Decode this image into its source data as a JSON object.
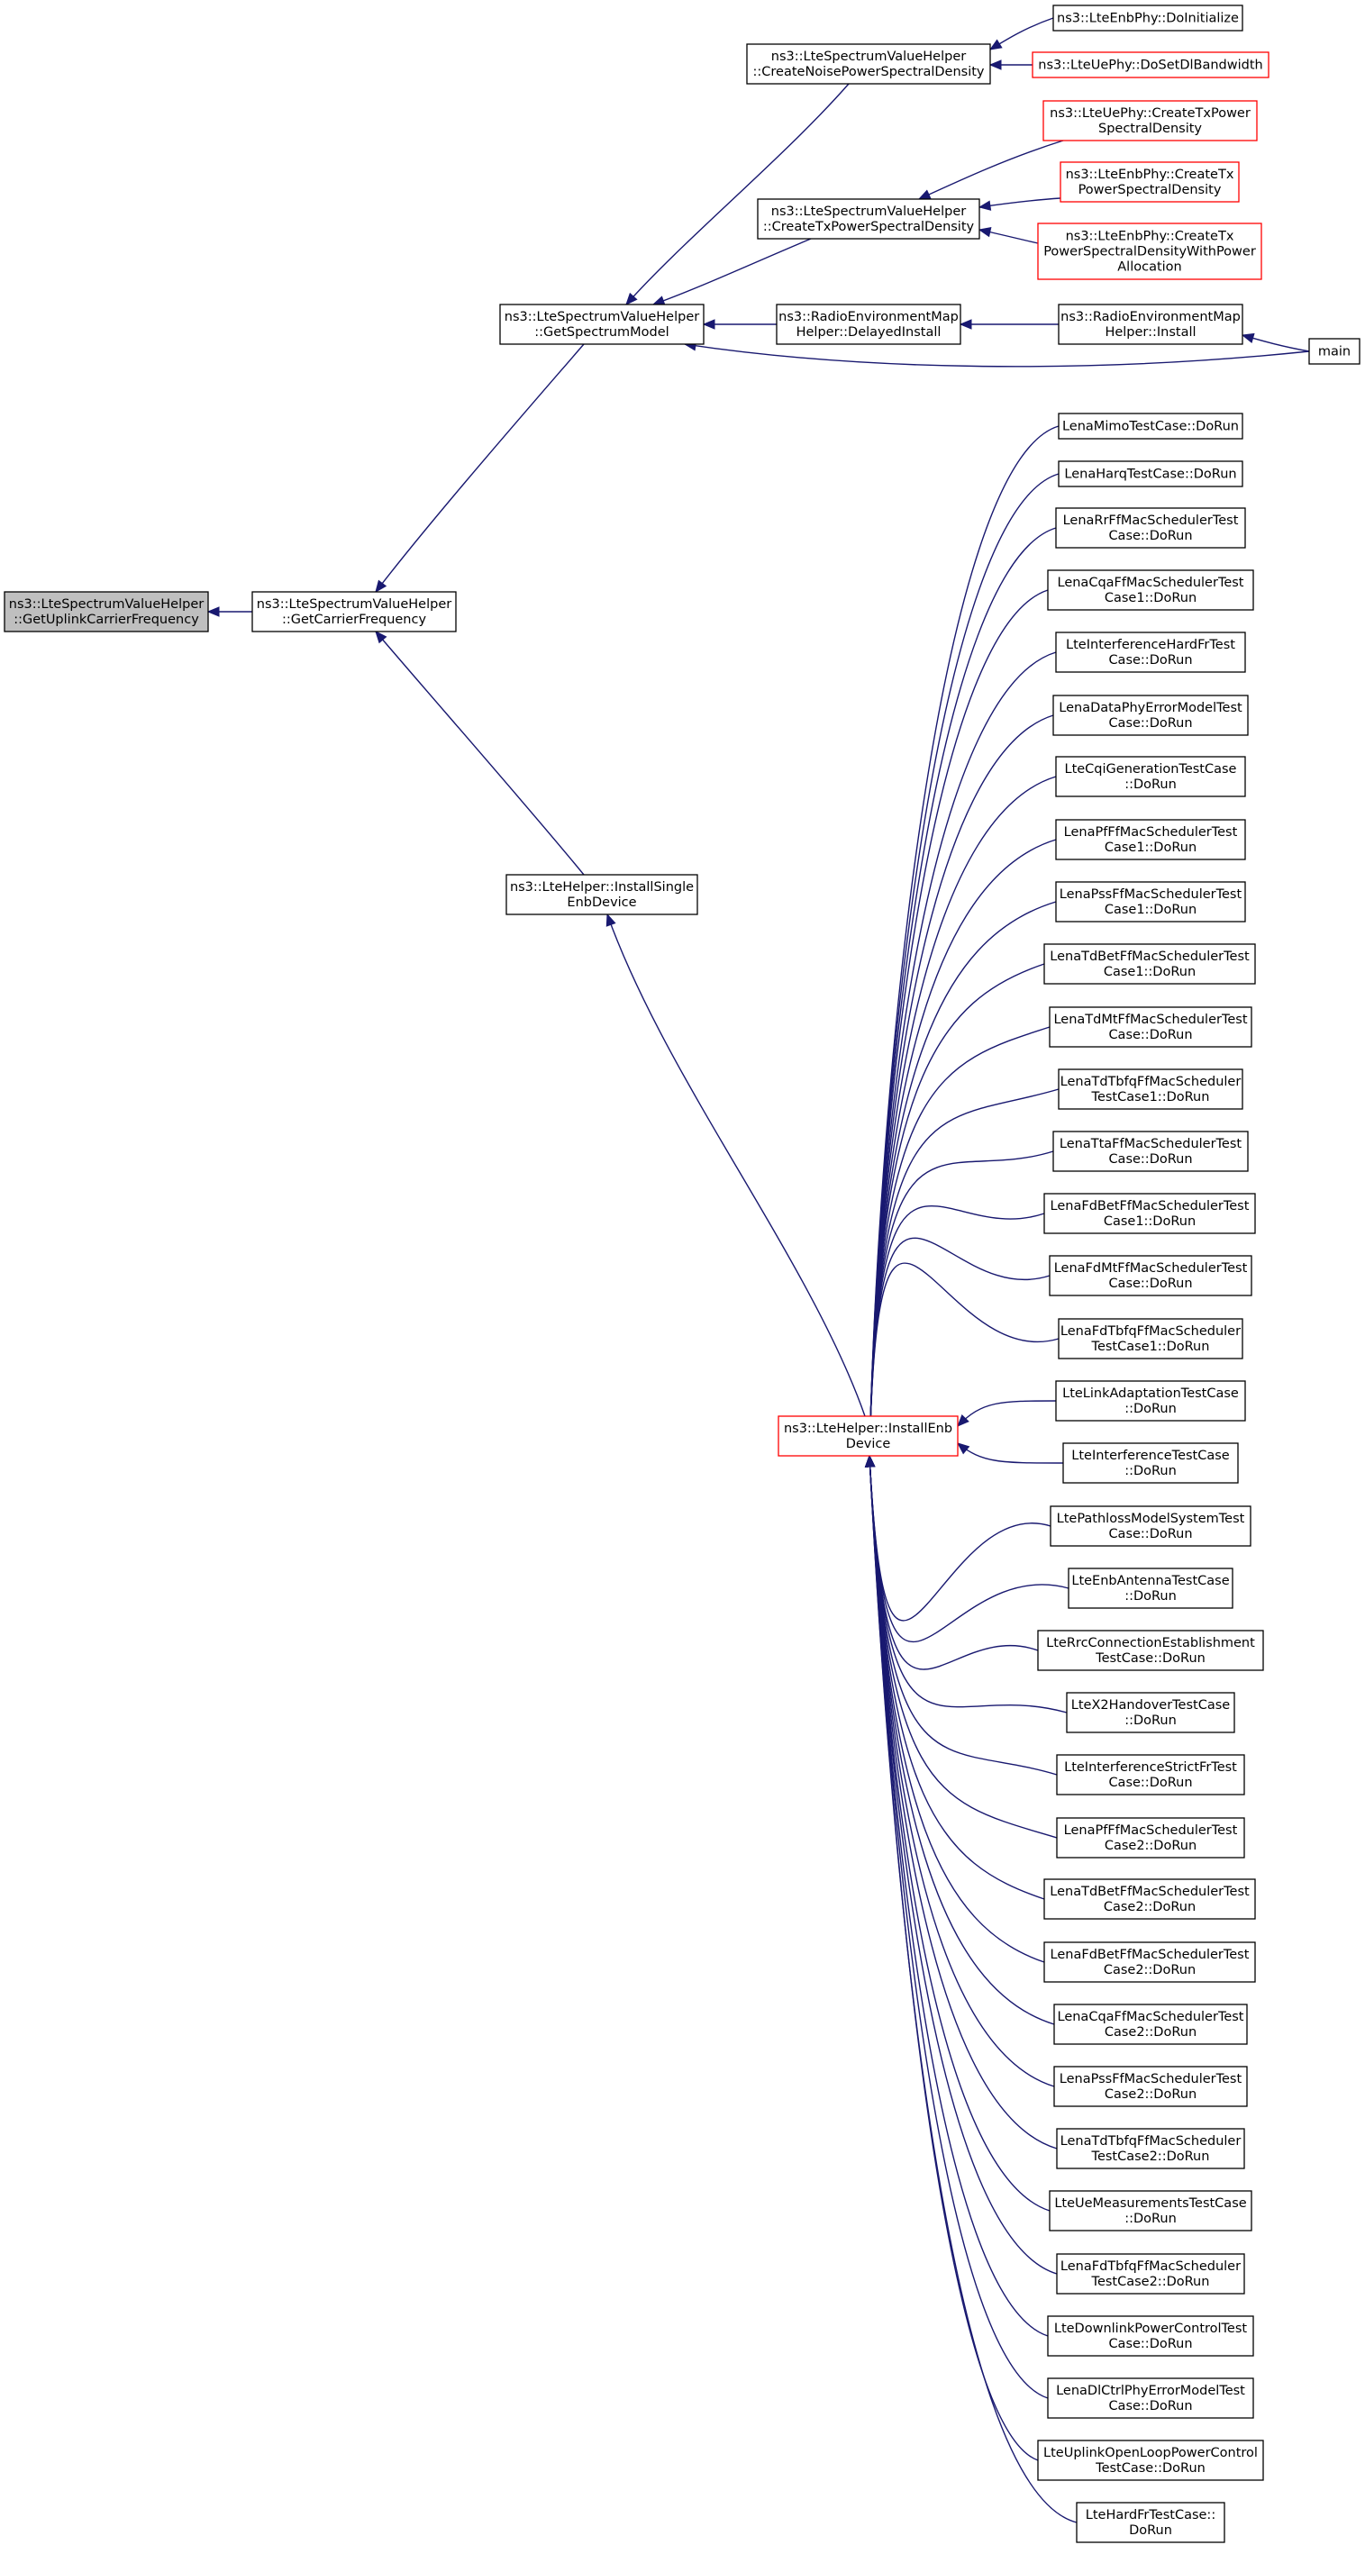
{
  "colors": {
    "edge": "#191970",
    "node_border": "#000000",
    "node_border_truncated": "#ff0000",
    "focus_fill": "#bfbfbf",
    "node_fill": "#ffffff"
  },
  "nodes": [
    {
      "id": "focus",
      "lines": [
        "ns3::LteSpectrumValueHelper",
        "::GetUplinkCarrierFrequency"
      ],
      "style": "focus"
    },
    {
      "id": "getcarrier",
      "lines": [
        "ns3::LteSpectrumValueHelper",
        "::GetCarrierFrequency"
      ],
      "style": "normal"
    },
    {
      "id": "getspectrum",
      "lines": [
        "ns3::LteSpectrumValueHelper",
        "::GetSpectrumModel"
      ],
      "style": "normal"
    },
    {
      "id": "installsingle",
      "lines": [
        "ns3::LteHelper::InstallSingle",
        "EnbDevice"
      ],
      "style": "normal"
    },
    {
      "id": "noisepsd",
      "lines": [
        "ns3::LteSpectrumValueHelper",
        "::CreateNoisePowerSpectralDensity"
      ],
      "style": "normal"
    },
    {
      "id": "txpsd",
      "lines": [
        "ns3::LteSpectrumValueHelper",
        "::CreateTxPowerSpectralDensity"
      ],
      "style": "normal"
    },
    {
      "id": "remdelayed",
      "lines": [
        "ns3::RadioEnvironmentMap",
        "Helper::DelayedInstall"
      ],
      "style": "normal"
    },
    {
      "id": "installenb",
      "lines": [
        "ns3::LteHelper::InstallEnb",
        "Device"
      ],
      "style": "truncated"
    },
    {
      "id": "enbinit",
      "lines": [
        "ns3::LteEnbPhy::DoInitialize"
      ],
      "style": "normal"
    },
    {
      "id": "uedl",
      "lines": [
        "ns3::LteUePhy::DoSetDlBandwidth"
      ],
      "style": "truncated"
    },
    {
      "id": "uetx",
      "lines": [
        "ns3::LteUePhy::CreateTxPower",
        "SpectralDensity"
      ],
      "style": "truncated"
    },
    {
      "id": "enbtx",
      "lines": [
        "ns3::LteEnbPhy::CreateTx",
        "PowerSpectralDensity"
      ],
      "style": "truncated"
    },
    {
      "id": "enbtxpa",
      "lines": [
        "ns3::LteEnbPhy::CreateTx",
        "PowerSpectralDensityWithPower",
        "Allocation"
      ],
      "style": "truncated"
    },
    {
      "id": "reminstall",
      "lines": [
        "ns3::RadioEnvironmentMap",
        "Helper::Install"
      ],
      "style": "normal"
    },
    {
      "id": "main",
      "lines": [
        "main"
      ],
      "style": "normal"
    },
    {
      "id": "t0",
      "lines": [
        "LenaMimoTestCase::DoRun"
      ],
      "style": "normal"
    },
    {
      "id": "t1",
      "lines": [
        "LenaHarqTestCase::DoRun"
      ],
      "style": "normal"
    },
    {
      "id": "t2",
      "lines": [
        "LenaRrFfMacSchedulerTest",
        "Case::DoRun"
      ],
      "style": "normal"
    },
    {
      "id": "t3",
      "lines": [
        "LenaCqaFfMacSchedulerTest",
        "Case1::DoRun"
      ],
      "style": "normal"
    },
    {
      "id": "t4",
      "lines": [
        "LteInterferenceHardFrTest",
        "Case::DoRun"
      ],
      "style": "normal"
    },
    {
      "id": "t5",
      "lines": [
        "LenaDataPhyErrorModelTest",
        "Case::DoRun"
      ],
      "style": "normal"
    },
    {
      "id": "t6",
      "lines": [
        "LteCqiGenerationTestCase",
        "::DoRun"
      ],
      "style": "normal"
    },
    {
      "id": "t7",
      "lines": [
        "LenaPfFfMacSchedulerTest",
        "Case1::DoRun"
      ],
      "style": "normal"
    },
    {
      "id": "t8",
      "lines": [
        "LenaPssFfMacSchedulerTest",
        "Case1::DoRun"
      ],
      "style": "normal"
    },
    {
      "id": "t9",
      "lines": [
        "LenaTdBetFfMacSchedulerTest",
        "Case1::DoRun"
      ],
      "style": "normal"
    },
    {
      "id": "t10",
      "lines": [
        "LenaTdMtFfMacSchedulerTest",
        "Case::DoRun"
      ],
      "style": "normal"
    },
    {
      "id": "t11",
      "lines": [
        "LenaTdTbfqFfMacScheduler",
        "TestCase1::DoRun"
      ],
      "style": "normal"
    },
    {
      "id": "t12",
      "lines": [
        "LenaTtaFfMacSchedulerTest",
        "Case::DoRun"
      ],
      "style": "normal"
    },
    {
      "id": "t13",
      "lines": [
        "LenaFdBetFfMacSchedulerTest",
        "Case1::DoRun"
      ],
      "style": "normal"
    },
    {
      "id": "t14",
      "lines": [
        "LenaFdMtFfMacSchedulerTest",
        "Case::DoRun"
      ],
      "style": "normal"
    },
    {
      "id": "t15",
      "lines": [
        "LenaFdTbfqFfMacScheduler",
        "TestCase1::DoRun"
      ],
      "style": "normal"
    },
    {
      "id": "t16",
      "lines": [
        "LteLinkAdaptationTestCase",
        "::DoRun"
      ],
      "style": "normal"
    },
    {
      "id": "t17",
      "lines": [
        "LteInterferenceTestCase",
        "::DoRun"
      ],
      "style": "normal"
    },
    {
      "id": "t18",
      "lines": [
        "LtePathlossModelSystemTest",
        "Case::DoRun"
      ],
      "style": "normal"
    },
    {
      "id": "t19",
      "lines": [
        "LteEnbAntennaTestCase",
        "::DoRun"
      ],
      "style": "normal"
    },
    {
      "id": "t20",
      "lines": [
        "LteRrcConnectionEstablishment",
        "TestCase::DoRun"
      ],
      "style": "normal"
    },
    {
      "id": "t21",
      "lines": [
        "LteX2HandoverTestCase",
        "::DoRun"
      ],
      "style": "normal"
    },
    {
      "id": "t22",
      "lines": [
        "LteInterferenceStrictFrTest",
        "Case::DoRun"
      ],
      "style": "normal"
    },
    {
      "id": "t23",
      "lines": [
        "LenaPfFfMacSchedulerTest",
        "Case2::DoRun"
      ],
      "style": "normal"
    },
    {
      "id": "t24",
      "lines": [
        "LenaTdBetFfMacSchedulerTest",
        "Case2::DoRun"
      ],
      "style": "normal"
    },
    {
      "id": "t25",
      "lines": [
        "LenaFdBetFfMacSchedulerTest",
        "Case2::DoRun"
      ],
      "style": "normal"
    },
    {
      "id": "t26",
      "lines": [
        "LenaCqaFfMacSchedulerTest",
        "Case2::DoRun"
      ],
      "style": "normal"
    },
    {
      "id": "t27",
      "lines": [
        "LenaPssFfMacSchedulerTest",
        "Case2::DoRun"
      ],
      "style": "normal"
    },
    {
      "id": "t28",
      "lines": [
        "LenaTdTbfqFfMacScheduler",
        "TestCase2::DoRun"
      ],
      "style": "normal"
    },
    {
      "id": "t29",
      "lines": [
        "LteUeMeasurementsTestCase",
        "::DoRun"
      ],
      "style": "normal"
    },
    {
      "id": "t30",
      "lines": [
        "LenaFdTbfqFfMacScheduler",
        "TestCase2::DoRun"
      ],
      "style": "normal"
    },
    {
      "id": "t31",
      "lines": [
        "LteDownlinkPowerControlTest",
        "Case::DoRun"
      ],
      "style": "normal"
    },
    {
      "id": "t32",
      "lines": [
        "LenaDlCtrlPhyErrorModelTest",
        "Case::DoRun"
      ],
      "style": "normal"
    },
    {
      "id": "t33",
      "lines": [
        "LteUplinkOpenLoopPowerControl",
        "TestCase::DoRun"
      ],
      "style": "normal"
    },
    {
      "id": "t34",
      "lines": [
        "LteHardFrTestCase::",
        "DoRun"
      ],
      "style": "normal"
    }
  ],
  "edges": [
    {
      "from": "getcarrier",
      "to": "focus"
    },
    {
      "from": "getspectrum",
      "to": "getcarrier"
    },
    {
      "from": "installsingle",
      "to": "getcarrier"
    },
    {
      "from": "noisepsd",
      "to": "getspectrum"
    },
    {
      "from": "txpsd",
      "to": "getspectrum"
    },
    {
      "from": "remdelayed",
      "to": "getspectrum"
    },
    {
      "from": "main",
      "to": "getspectrum"
    },
    {
      "from": "installenb",
      "to": "installsingle"
    },
    {
      "from": "enbinit",
      "to": "noisepsd"
    },
    {
      "from": "uedl",
      "to": "noisepsd"
    },
    {
      "from": "uetx",
      "to": "txpsd"
    },
    {
      "from": "enbtx",
      "to": "txpsd"
    },
    {
      "from": "enbtxpa",
      "to": "txpsd"
    },
    {
      "from": "reminstall",
      "to": "remdelayed"
    },
    {
      "from": "main",
      "to": "reminstall"
    },
    {
      "from": "t0",
      "to": "installenb"
    },
    {
      "from": "t1",
      "to": "installenb"
    },
    {
      "from": "t2",
      "to": "installenb"
    },
    {
      "from": "t3",
      "to": "installenb"
    },
    {
      "from": "t4",
      "to": "installenb"
    },
    {
      "from": "t5",
      "to": "installenb"
    },
    {
      "from": "t6",
      "to": "installenb"
    },
    {
      "from": "t7",
      "to": "installenb"
    },
    {
      "from": "t8",
      "to": "installenb"
    },
    {
      "from": "t9",
      "to": "installenb"
    },
    {
      "from": "t10",
      "to": "installenb"
    },
    {
      "from": "t11",
      "to": "installenb"
    },
    {
      "from": "t12",
      "to": "installenb"
    },
    {
      "from": "t13",
      "to": "installenb"
    },
    {
      "from": "t14",
      "to": "installenb"
    },
    {
      "from": "t15",
      "to": "installenb"
    },
    {
      "from": "t16",
      "to": "installenb"
    },
    {
      "from": "t17",
      "to": "installenb"
    },
    {
      "from": "t18",
      "to": "installenb"
    },
    {
      "from": "t19",
      "to": "installenb"
    },
    {
      "from": "t20",
      "to": "installenb"
    },
    {
      "from": "t21",
      "to": "installenb"
    },
    {
      "from": "t22",
      "to": "installenb"
    },
    {
      "from": "t23",
      "to": "installenb"
    },
    {
      "from": "t24",
      "to": "installenb"
    },
    {
      "from": "t25",
      "to": "installenb"
    },
    {
      "from": "t26",
      "to": "installenb"
    },
    {
      "from": "t27",
      "to": "installenb"
    },
    {
      "from": "t28",
      "to": "installenb"
    },
    {
      "from": "t29",
      "to": "installenb"
    },
    {
      "from": "t30",
      "to": "installenb"
    },
    {
      "from": "t31",
      "to": "installenb"
    },
    {
      "from": "t32",
      "to": "installenb"
    },
    {
      "from": "t33",
      "to": "installenb"
    },
    {
      "from": "t34",
      "to": "installenb"
    }
  ]
}
